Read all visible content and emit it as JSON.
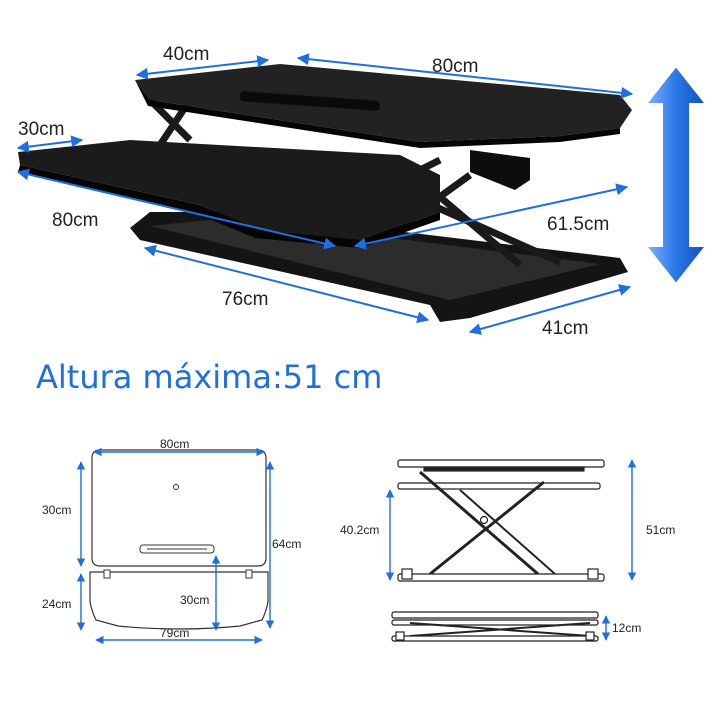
{
  "top_view": {
    "dims": {
      "top_depth": "40cm",
      "top_width": "80cm",
      "keyboard_depth": "30cm",
      "keyboard_width": "80cm",
      "base_width": "76cm",
      "diagonal": "61.5cm",
      "base_depth": "41cm"
    }
  },
  "max_height_text": "Altura máxima:51 cm",
  "plan_view": {
    "top_width": "80cm",
    "top_depth": "30cm",
    "total_depth": "64cm",
    "keyboard_depth": "24cm",
    "keyboard_gap": "30cm",
    "keyboard_width": "79cm"
  },
  "side_view": {
    "mid_height": "40.2cm",
    "max_height": "51cm",
    "min_height": "12cm"
  },
  "colors": {
    "accent": "#1f6fe0",
    "product": "#111111",
    "arrow": "#2a77e6"
  },
  "icons": [
    "up-down-arrow-icon"
  ]
}
